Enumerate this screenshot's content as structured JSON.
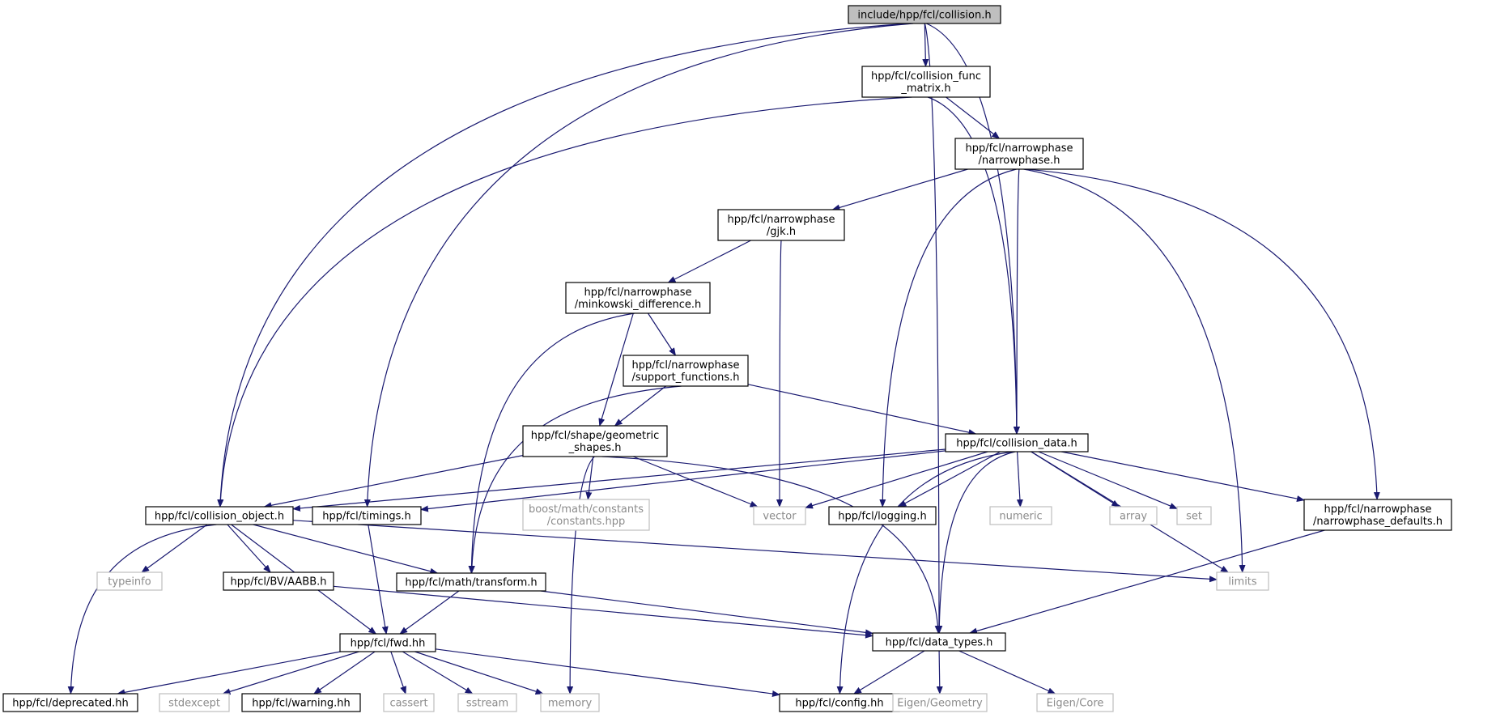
{
  "graph": {
    "colors": {
      "edge": "#191970",
      "root_fill": "#bfbfbf",
      "external_border": "#bfbfbf",
      "external_text": "#8c8c8c"
    },
    "nodes": [
      {
        "id": "collision_h",
        "lines": [
          "include/hpp/fcl/collision.h"
        ],
        "kind": "root"
      },
      {
        "id": "collision_func_matrix",
        "lines": [
          "hpp/fcl/collision_func",
          "_matrix.h"
        ],
        "kind": "internal"
      },
      {
        "id": "narrowphase_h",
        "lines": [
          "hpp/fcl/narrowphase",
          "/narrowphase.h"
        ],
        "kind": "internal"
      },
      {
        "id": "gjk_h",
        "lines": [
          "hpp/fcl/narrowphase",
          "/gjk.h"
        ],
        "kind": "internal"
      },
      {
        "id": "minkowski",
        "lines": [
          "hpp/fcl/narrowphase",
          "/minkowski_difference.h"
        ],
        "kind": "internal"
      },
      {
        "id": "support_functions",
        "lines": [
          "hpp/fcl/narrowphase",
          "/support_functions.h"
        ],
        "kind": "internal"
      },
      {
        "id": "geometric_shapes",
        "lines": [
          "hpp/fcl/shape/geometric",
          "_shapes.h"
        ],
        "kind": "internal"
      },
      {
        "id": "collision_data",
        "lines": [
          "hpp/fcl/collision_data.h"
        ],
        "kind": "internal"
      },
      {
        "id": "collision_object",
        "lines": [
          "hpp/fcl/collision_object.h"
        ],
        "kind": "internal"
      },
      {
        "id": "timings",
        "lines": [
          "hpp/fcl/timings.h"
        ],
        "kind": "internal"
      },
      {
        "id": "boost_constants",
        "lines": [
          "boost/math/constants",
          "/constants.hpp"
        ],
        "kind": "external"
      },
      {
        "id": "vector",
        "lines": [
          "vector"
        ],
        "kind": "external"
      },
      {
        "id": "logging",
        "lines": [
          "hpp/fcl/logging.h"
        ],
        "kind": "internal"
      },
      {
        "id": "numeric",
        "lines": [
          "numeric"
        ],
        "kind": "external"
      },
      {
        "id": "array",
        "lines": [
          "array"
        ],
        "kind": "external"
      },
      {
        "id": "set",
        "lines": [
          "set"
        ],
        "kind": "external"
      },
      {
        "id": "narrowphase_defaults",
        "lines": [
          "hpp/fcl/narrowphase",
          "/narrowphase_defaults.h"
        ],
        "kind": "internal"
      },
      {
        "id": "typeinfo",
        "lines": [
          "typeinfo"
        ],
        "kind": "external"
      },
      {
        "id": "aabb",
        "lines": [
          "hpp/fcl/BV/AABB.h"
        ],
        "kind": "internal"
      },
      {
        "id": "transform",
        "lines": [
          "hpp/fcl/math/transform.h"
        ],
        "kind": "internal"
      },
      {
        "id": "limits",
        "lines": [
          "limits"
        ],
        "kind": "external"
      },
      {
        "id": "fwd",
        "lines": [
          "hpp/fcl/fwd.hh"
        ],
        "kind": "internal"
      },
      {
        "id": "data_types",
        "lines": [
          "hpp/fcl/data_types.h"
        ],
        "kind": "internal"
      },
      {
        "id": "deprecated",
        "lines": [
          "hpp/fcl/deprecated.hh"
        ],
        "kind": "internal"
      },
      {
        "id": "stdexcept",
        "lines": [
          "stdexcept"
        ],
        "kind": "external"
      },
      {
        "id": "warning",
        "lines": [
          "hpp/fcl/warning.hh"
        ],
        "kind": "internal"
      },
      {
        "id": "cassert",
        "lines": [
          "cassert"
        ],
        "kind": "external"
      },
      {
        "id": "sstream",
        "lines": [
          "sstream"
        ],
        "kind": "external"
      },
      {
        "id": "memory",
        "lines": [
          "memory"
        ],
        "kind": "external"
      },
      {
        "id": "config",
        "lines": [
          "hpp/fcl/config.hh"
        ],
        "kind": "internal"
      },
      {
        "id": "eigen_geometry",
        "lines": [
          "Eigen/Geometry"
        ],
        "kind": "external"
      },
      {
        "id": "eigen_core",
        "lines": [
          "Eigen/Core"
        ],
        "kind": "external"
      }
    ],
    "edges": [
      [
        "collision_h",
        "collision_func_matrix"
      ],
      [
        "collision_h",
        "collision_object"
      ],
      [
        "collision_h",
        "timings"
      ],
      [
        "collision_h",
        "collision_data"
      ],
      [
        "collision_h",
        "data_types"
      ],
      [
        "collision_func_matrix",
        "narrowphase_h"
      ],
      [
        "collision_func_matrix",
        "collision_object"
      ],
      [
        "collision_func_matrix",
        "collision_data"
      ],
      [
        "narrowphase_h",
        "gjk_h"
      ],
      [
        "narrowphase_h",
        "collision_data"
      ],
      [
        "narrowphase_h",
        "logging"
      ],
      [
        "narrowphase_h",
        "limits"
      ],
      [
        "narrowphase_h",
        "narrowphase_defaults"
      ],
      [
        "gjk_h",
        "minkowski"
      ],
      [
        "gjk_h",
        "vector"
      ],
      [
        "minkowski",
        "support_functions"
      ],
      [
        "minkowski",
        "geometric_shapes"
      ],
      [
        "minkowski",
        "transform"
      ],
      [
        "support_functions",
        "geometric_shapes"
      ],
      [
        "support_functions",
        "collision_data"
      ],
      [
        "support_functions",
        "transform"
      ],
      [
        "geometric_shapes",
        "collision_object"
      ],
      [
        "geometric_shapes",
        "boost_constants"
      ],
      [
        "geometric_shapes",
        "vector"
      ],
      [
        "geometric_shapes",
        "memory"
      ],
      [
        "geometric_shapes",
        "data_types"
      ],
      [
        "collision_data",
        "collision_object"
      ],
      [
        "collision_data",
        "timings"
      ],
      [
        "collision_data",
        "vector"
      ],
      [
        "collision_data",
        "logging"
      ],
      [
        "collision_data",
        "numeric"
      ],
      [
        "collision_data",
        "array"
      ],
      [
        "collision_data",
        "set"
      ],
      [
        "collision_data",
        "limits"
      ],
      [
        "collision_data",
        "narrowphase_defaults"
      ],
      [
        "collision_data",
        "config"
      ],
      [
        "collision_data",
        "data_types"
      ],
      [
        "collision_object",
        "typeinfo"
      ],
      [
        "collision_object",
        "aabb"
      ],
      [
        "collision_object",
        "transform"
      ],
      [
        "collision_object",
        "limits"
      ],
      [
        "collision_object",
        "fwd"
      ],
      [
        "collision_object",
        "deprecated"
      ],
      [
        "timings",
        "fwd"
      ],
      [
        "narrowphase_defaults",
        "data_types"
      ],
      [
        "aabb",
        "data_types"
      ],
      [
        "transform",
        "fwd"
      ],
      [
        "transform",
        "data_types"
      ],
      [
        "fwd",
        "deprecated"
      ],
      [
        "fwd",
        "stdexcept"
      ],
      [
        "fwd",
        "warning"
      ],
      [
        "fwd",
        "cassert"
      ],
      [
        "fwd",
        "sstream"
      ],
      [
        "fwd",
        "memory"
      ],
      [
        "fwd",
        "config"
      ],
      [
        "data_types",
        "config"
      ],
      [
        "data_types",
        "eigen_geometry"
      ],
      [
        "data_types",
        "eigen_core"
      ]
    ]
  }
}
